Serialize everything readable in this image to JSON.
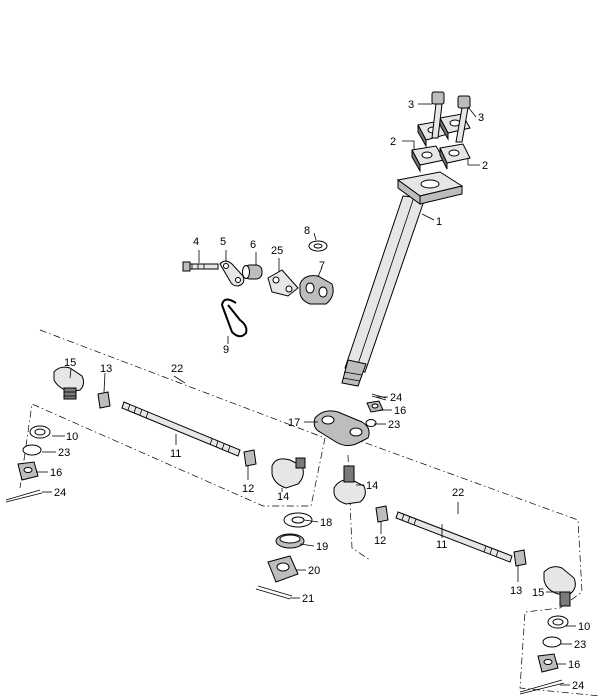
{
  "diagram": {
    "callouts": {
      "c1": "1",
      "c2a": "2",
      "c2b": "2",
      "c3a": "3",
      "c3b": "3",
      "c4": "4",
      "c5": "5",
      "c6": "6",
      "c7": "7",
      "c8": "8",
      "c9": "9",
      "c25": "25",
      "c10a": "10",
      "c10b": "10",
      "c11a": "11",
      "c11b": "11",
      "c12a": "12",
      "c12b": "12",
      "c13a": "13",
      "c13b": "13",
      "c14a": "14",
      "c14b": "14",
      "c15a": "15",
      "c15b": "15",
      "c16a": "16",
      "c16b": "16",
      "c16c": "16",
      "c17": "17",
      "c18": "18",
      "c19": "19",
      "c20": "20",
      "c21": "21",
      "c22a": "22",
      "c22b": "22",
      "c23a": "23",
      "c23b": "23",
      "c23c": "23",
      "c24a": "24",
      "c24b": "24",
      "c24c": "24"
    }
  }
}
